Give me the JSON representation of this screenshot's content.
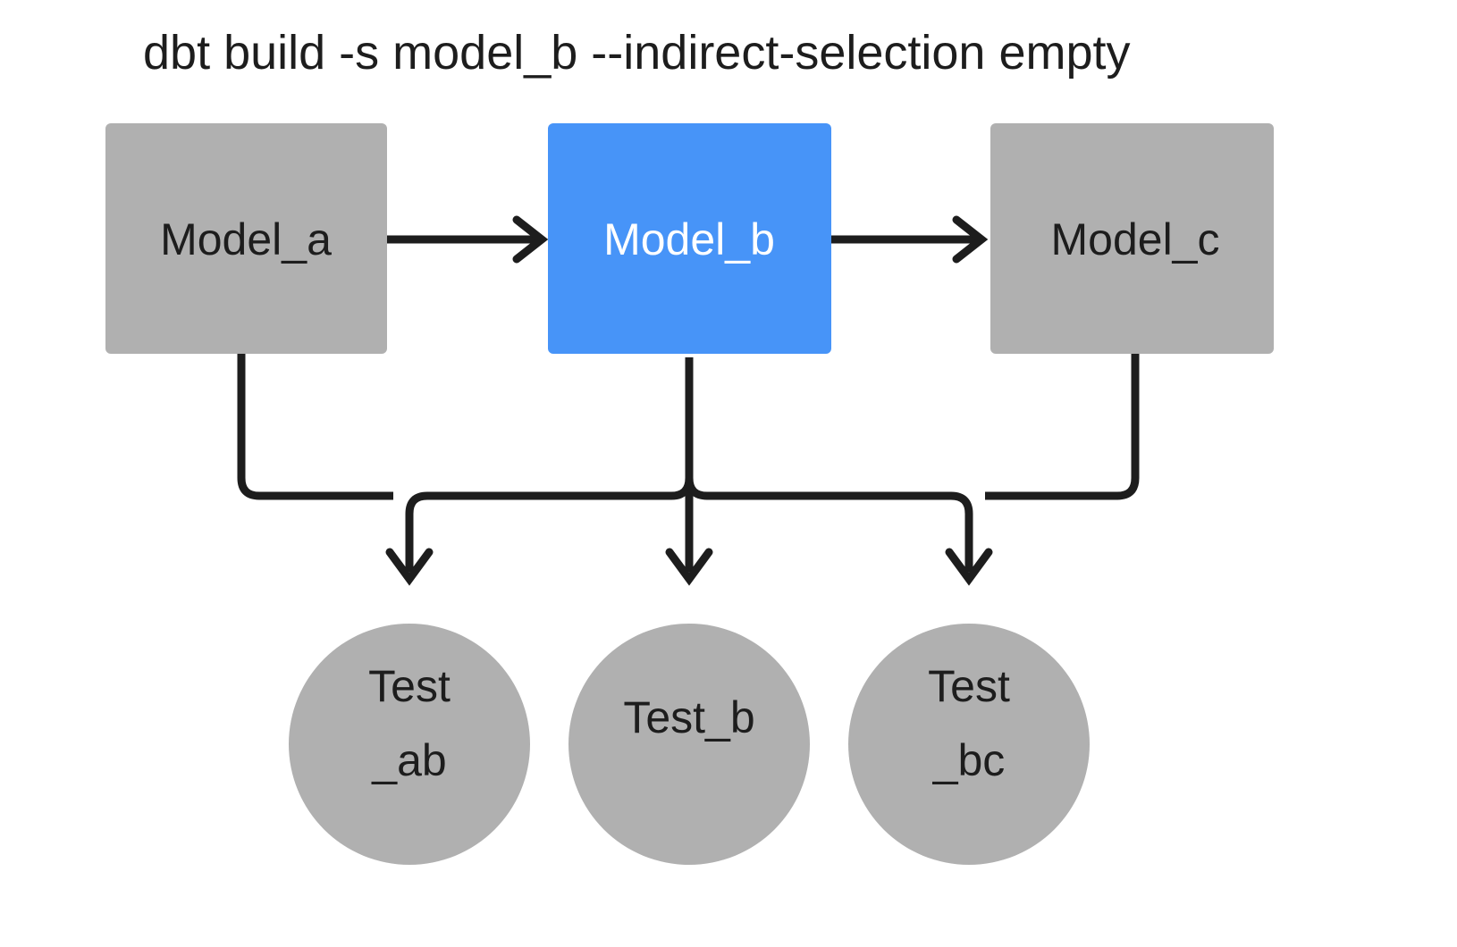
{
  "diagram": {
    "title": "dbt build -s model_b --indirect-selection empty",
    "background_color": "#ffffff",
    "edge_color": "#1d1d1d",
    "colors": {
      "node_gray": "#b0b0b0",
      "node_selected_blue": "#4794f8",
      "text_dark": "#1d1d1d",
      "text_light": "#ffffff"
    },
    "models": [
      {
        "id": "model_a",
        "label": "Model_a",
        "shape": "rectangle",
        "fill": "#b0b0b0",
        "text_color": "#1d1d1d",
        "selected": false
      },
      {
        "id": "model_b",
        "label": "Model_b",
        "shape": "rectangle",
        "fill": "#4794f8",
        "text_color": "#ffffff",
        "selected": true
      },
      {
        "id": "model_c",
        "label": "Model_c",
        "shape": "rectangle",
        "fill": "#b0b0b0",
        "text_color": "#1d1d1d",
        "selected": false
      }
    ],
    "tests": [
      {
        "id": "test_ab",
        "label": "Test_ab",
        "line1": "Test",
        "line2": "_ab",
        "shape": "circle",
        "fill": "#b0b0b0",
        "text_color": "#1d1d1d",
        "selected": false
      },
      {
        "id": "test_b",
        "label": "Test_b",
        "line1": "Test_b",
        "line2": "",
        "shape": "circle",
        "fill": "#b0b0b0",
        "text_color": "#1d1d1d",
        "selected": false
      },
      {
        "id": "test_bc",
        "label": "Test_bc",
        "line1": "Test",
        "line2": "_bc",
        "shape": "circle",
        "fill": "#b0b0b0",
        "text_color": "#1d1d1d",
        "selected": false
      }
    ],
    "edges": [
      {
        "from": "model_a",
        "to": "model_b",
        "style": "straight-right"
      },
      {
        "from": "model_b",
        "to": "model_c",
        "style": "straight-right"
      },
      {
        "from": "model_a",
        "to": "test_ab",
        "style": "orthogonal-down"
      },
      {
        "from": "model_b",
        "to": "test_ab",
        "style": "orthogonal-down"
      },
      {
        "from": "model_b",
        "to": "test_b",
        "style": "straight-down"
      },
      {
        "from": "model_b",
        "to": "test_bc",
        "style": "orthogonal-down"
      },
      {
        "from": "model_c",
        "to": "test_bc",
        "style": "orthogonal-down"
      }
    ]
  }
}
